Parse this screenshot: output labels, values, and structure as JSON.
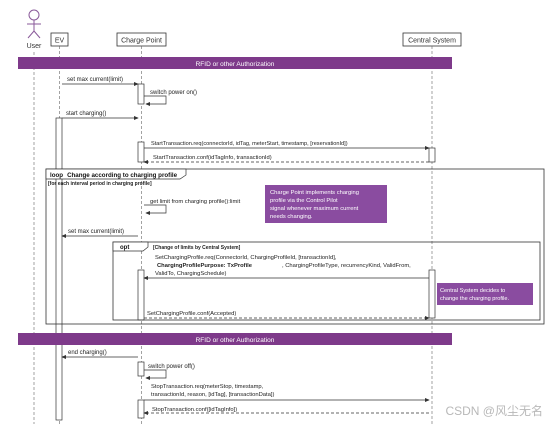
{
  "participants": {
    "user": "User",
    "ev": "EV",
    "charge_point": "Charge Point",
    "central_system": "Central System"
  },
  "banners": {
    "auth_1": "RFID or other Authorization",
    "auth_2": "RFID or other Authorization"
  },
  "messages": {
    "m1": "set max current(limit)",
    "m2": "switch power on()",
    "m3": "start charging()",
    "m4": "StartTransaction.req(connectorId, idTag, meterStart, timestamp, [reservationId])",
    "m5": "StartTransaction.conf(idTagInfo, transactionId)",
    "m6": "get limit from charging profile():limit",
    "m7": "set max current(limit)",
    "m8": "SetChargingProfile.req(ConnectorId, ChargingProfileId, [transactionId],",
    "m8_bold": "ChargingProfilePurpose: TxProfile",
    "m8_rest": ", ChargingProfileType, recurrencyKind, ValidFrom,",
    "m8_line4": "ValidTo, ChargingSchedule)",
    "m9": "SetChargingProfile.conf(Accepted)",
    "m10": "end charging()",
    "m11": "switch power off()",
    "m12_line1": "StopTransaction.req(meterStop, timestamp,",
    "m12_line2": "transactionId, reason, [idTag], [transactionData])",
    "m13": "StopTransaction.conf([idTagInfo])"
  },
  "fragments": {
    "loop_label": "loop",
    "loop_title": "Change according to charging profile",
    "loop_guard": "[for each interval period in charging profile]",
    "opt_label": "opt",
    "opt_guard": "[Change of limits by Central System]"
  },
  "notes": {
    "cp_note": [
      "Charge Point implements charging",
      "profile via the Control Pilot",
      "signal whenever maximum current",
      "needs changing."
    ],
    "cs_note": [
      "Central System decides to",
      "change the charging profile."
    ]
  },
  "watermark": "CSDN @风尘无名",
  "colors": {
    "banner": "#7e3a8a",
    "actor": "#8a5a9a",
    "note": "#8a4ca0",
    "line": "#333333"
  }
}
